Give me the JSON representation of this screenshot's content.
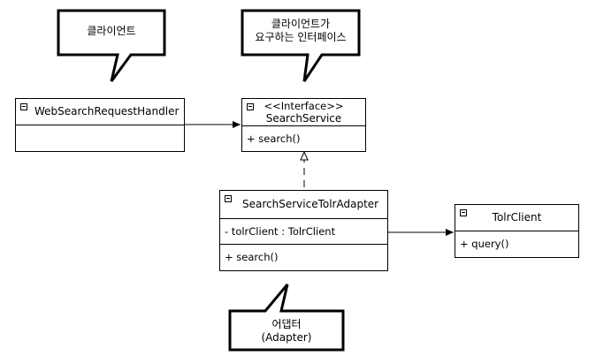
{
  "callouts": {
    "client": "클라이언트",
    "interface_line1": "클라이언트가",
    "interface_line2": "요구하는 인터페이스",
    "adapter_line1": "어댑터",
    "adapter_line2": "(Adapter)"
  },
  "classes": {
    "handler": {
      "name": "WebSearchRequestHandler"
    },
    "service": {
      "stereotype": "<<Interface>>",
      "name": "SearchService",
      "method": "+ search()"
    },
    "adapter": {
      "name": "SearchServiceTolrAdapter",
      "field": "- tolrClient : TolrClient",
      "method": "+ search()"
    },
    "tolr": {
      "name": "TolrClient",
      "method": "+ query()"
    }
  },
  "colors": {
    "stroke": "#000000",
    "fill": "#ffffff",
    "background": "#ffffff"
  }
}
